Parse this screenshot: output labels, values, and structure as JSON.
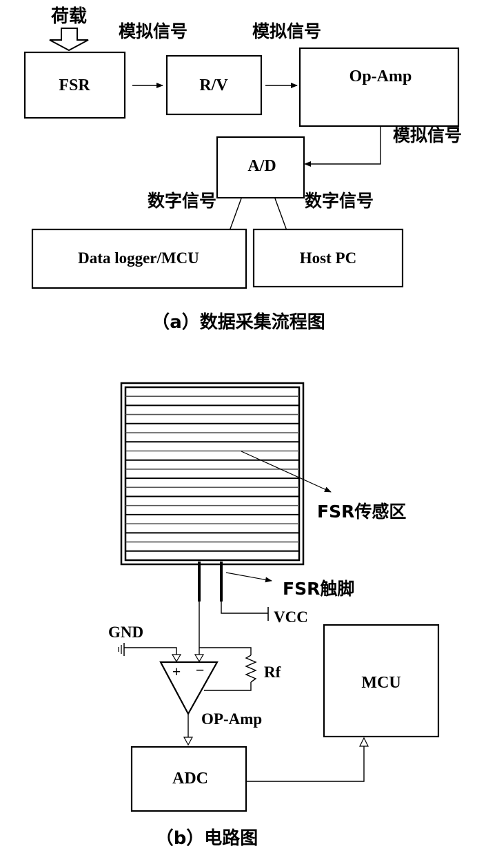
{
  "panel_a": {
    "load_label": "荷载",
    "nodes": {
      "fsr": "FSR",
      "rv": "R/V",
      "opamp": "Op-Amp",
      "ad": "A/D",
      "logger": "Data logger/MCU",
      "host": "Host PC"
    },
    "edge_labels": {
      "fsr_to_rv": "模拟信号",
      "rv_to_opamp": "模拟信号",
      "opamp_to_ad": "模拟信号",
      "ad_to_logger": "数字信号",
      "ad_to_host": "数字信号"
    },
    "caption": "（a）数据采集流程图"
  },
  "panel_b": {
    "sensor_area_label": "FSR传感区",
    "pins_label": "FSR触脚",
    "vcc_label": "VCC",
    "gnd_label": "GND",
    "plus_sign": "+",
    "minus_sign": "−",
    "rf_label": "Rf",
    "opamp_label": "OP-Amp",
    "adc_label": "ADC",
    "mcu_label": "MCU",
    "sensor_stripe_count": 18,
    "caption": "（b）电路图"
  }
}
